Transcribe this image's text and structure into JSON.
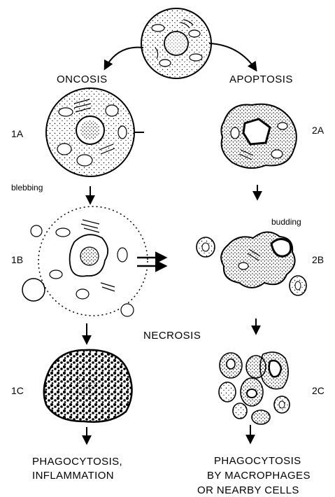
{
  "pathways": {
    "left": "ONCOSIS",
    "right": "APOPTOSIS"
  },
  "stages": {
    "s1a": "1A",
    "s1b": "1B",
    "s1c": "1C",
    "s2a": "2A",
    "s2b": "2B",
    "s2c": "2C"
  },
  "annotations": {
    "blebbing": "blebbing",
    "budding": "budding",
    "necrosis": "NECROSIS"
  },
  "outcomes": {
    "left": [
      "PHAGOCYTOSIS,",
      "INFLAMMATION"
    ],
    "right": [
      "PHAGOCYTOSIS",
      "BY MACROPHAGES",
      "OR NEARBY CELLS"
    ]
  },
  "colors": {
    "ink": "#000000",
    "paper": "#ffffff"
  }
}
